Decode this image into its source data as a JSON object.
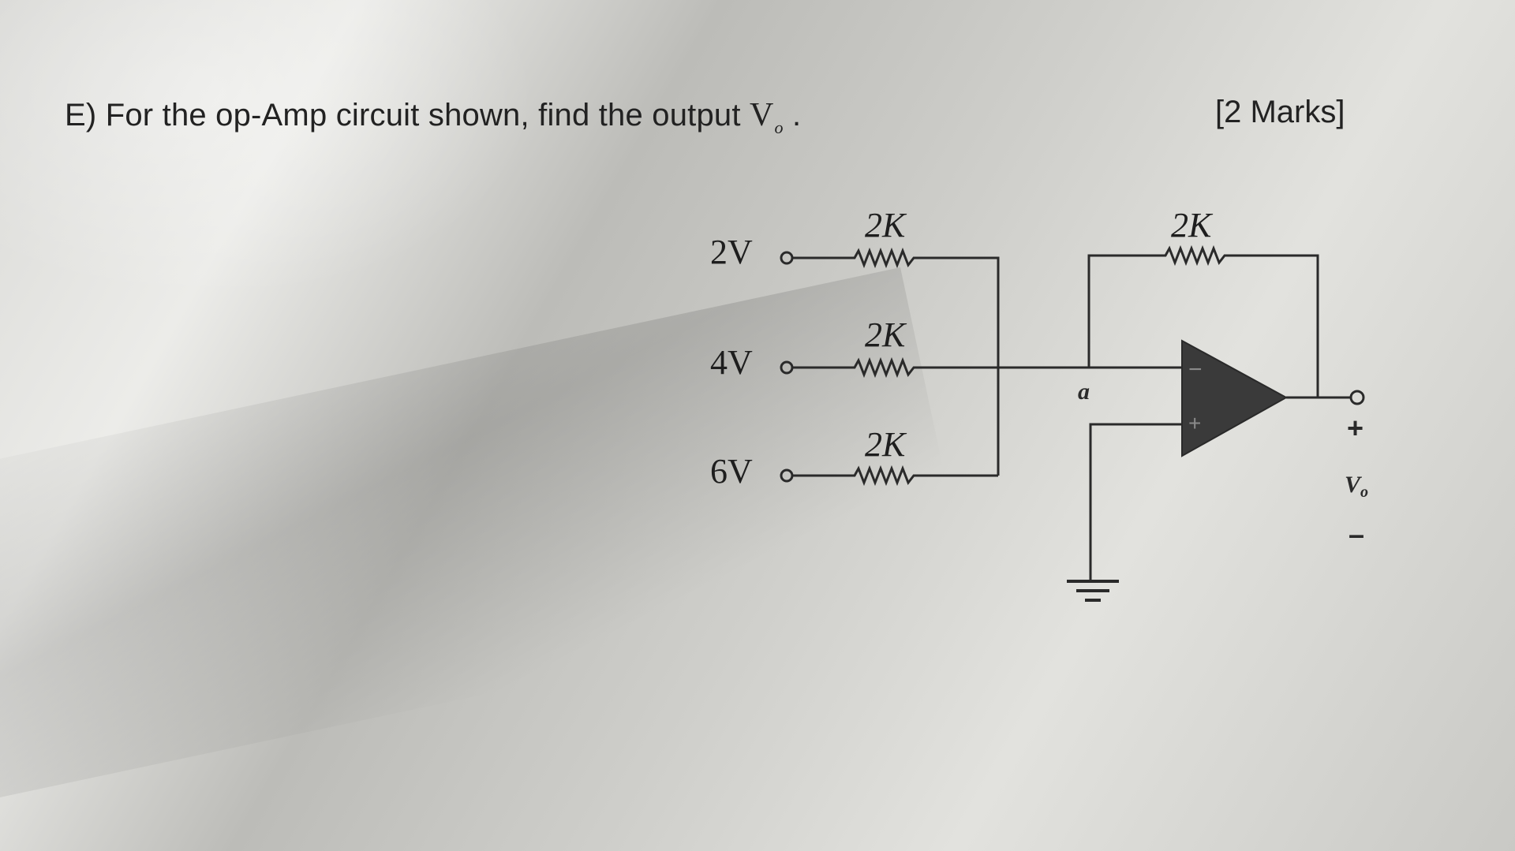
{
  "question": {
    "prefix": "E) For the op-Amp circuit shown, find the output ",
    "symbol": "V",
    "subscript": "o",
    "suffix": " ."
  },
  "marks": "[2 Marks]",
  "circuit": {
    "inputs": [
      {
        "voltage": "2V",
        "resistor": "2K"
      },
      {
        "voltage": "4V",
        "resistor": "2K"
      },
      {
        "voltage": "6V",
        "resistor": "2K"
      }
    ],
    "feedback_resistor": "2K",
    "node_label": "a",
    "opamp": {
      "inverting": "−",
      "noninverting": "+"
    },
    "output": {
      "plus": "+",
      "label": "V",
      "label_sub": "o",
      "minus": "–"
    }
  }
}
